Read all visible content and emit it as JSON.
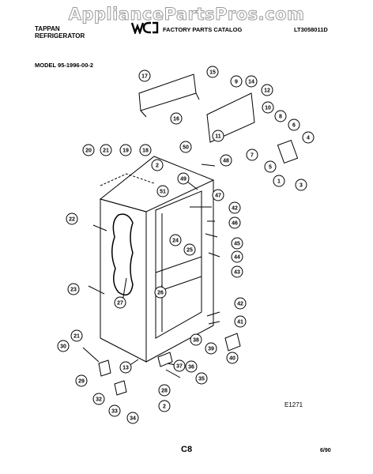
{
  "watermark": "AppliancePartsPros.com",
  "header": {
    "brand_line1": "TAPPAN",
    "brand_line2": "REFRIGERATOR",
    "catalog": "FACTORY PARTS CATALOG",
    "code": "LT3058011D",
    "model": "MODEL 95-1996-00-2"
  },
  "footer": {
    "figure_id": "E1271",
    "page": "C8",
    "date": "6/90"
  },
  "callouts": [
    "17",
    "15",
    "9",
    "14",
    "12",
    "16",
    "10",
    "8",
    "11",
    "6",
    "5",
    "4",
    "7",
    "20",
    "21",
    "19",
    "18",
    "50",
    "48",
    "2",
    "1",
    "3",
    "49",
    "51",
    "47",
    "42",
    "46",
    "22",
    "45",
    "24",
    "25",
    "44",
    "43",
    "23",
    "27",
    "26",
    "42",
    "41",
    "21",
    "38",
    "39",
    "40",
    "30",
    "13",
    "37",
    "36",
    "35",
    "29",
    "28",
    "32",
    "2",
    "33",
    "34"
  ],
  "colors": {
    "ink": "#000000",
    "watermark": "#9a9a9a"
  }
}
